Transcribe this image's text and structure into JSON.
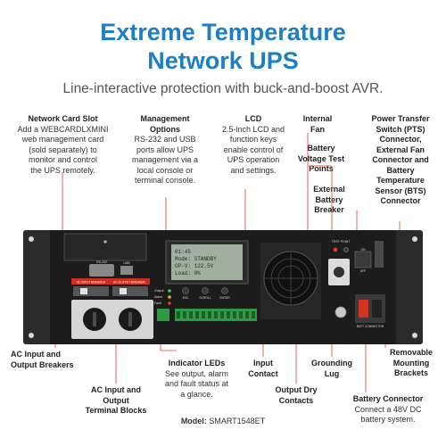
{
  "title": {
    "line1": "Extreme Temperature",
    "line2": "Network UPS"
  },
  "subtitle": "Line-interactive protection with buck-and-boost AVR.",
  "callouts": {
    "network_card": {
      "title": "Network Card Slot",
      "lines": [
        "Add a WEBCARDLXMINI",
        "web management card",
        "(sold separately) to",
        "monitor and control",
        "the UPS remotely."
      ]
    },
    "management": {
      "title_lines": [
        "Management",
        "Options"
      ],
      "lines": [
        "RS-232 and USB",
        "ports allow UPS",
        "management via a",
        "local console or",
        "terminal console."
      ]
    },
    "lcd": {
      "title": "LCD",
      "lines": [
        "2.5-inch LCD and",
        "function keys",
        "enable control of",
        "UPS operation",
        "and settings."
      ]
    },
    "internal_fan": {
      "title_lines": [
        "Internal",
        "Fan"
      ]
    },
    "battery_voltage": {
      "title_lines": [
        "Battery",
        "Voltage Test",
        "Points"
      ]
    },
    "external_breaker": {
      "title_lines": [
        "External",
        "Battery",
        "Breaker"
      ]
    },
    "pts": {
      "title_lines": [
        "Power Transfer",
        "Switch (PTS)",
        "Connector,",
        "External Fan",
        "Connector and",
        "Battery",
        "Temperature",
        "Sensor (BTS)",
        "Connector"
      ]
    },
    "ac_breakers": {
      "title_lines": [
        "AC Input and",
        "Output Breakers"
      ]
    },
    "ac_terminal": {
      "title_lines": [
        "AC Input and",
        "Output",
        "Terminal Blocks"
      ]
    },
    "indicator_leds": {
      "title": "Indicator LEDs",
      "lines": [
        "See output, alarm",
        "and fault status at",
        "a glance."
      ]
    },
    "input_contact": {
      "title_lines": [
        "Input",
        "Contact"
      ]
    },
    "output_dry": {
      "title_lines": [
        "Output Dry",
        "Contacts"
      ]
    },
    "grounding": {
      "title_lines": [
        "Grounding",
        "Lug"
      ]
    },
    "mounting": {
      "title_lines": [
        "Removable",
        "Mounting",
        "Brackets"
      ]
    },
    "battery_connector": {
      "title": "Battery Connector",
      "lines": [
        "Connect a 48V DC",
        "battery system."
      ]
    }
  },
  "lcd_screen": {
    "line1": "01:45",
    "line2": "Mode: STANDBY",
    "line3": "OP-V: 122.5V",
    "line4": "Load: 0%"
  },
  "panel_labels": {
    "rs232": "RS-232",
    "usb": "USB",
    "ac_input_breaker": "AC INPUT BREAKER",
    "ac_output_breaker": "AC OUTPUT BREAKER",
    "output_led": "Output",
    "alarm_led": "Alarm",
    "fault_led": "Fault",
    "esc": "ESC",
    "scroll": "SCROLL",
    "enter": "ENTER",
    "test_point": "TEST POINT",
    "battery_conn": "BATT CONNECTOR",
    "on": "ON",
    "off": "OFF"
  },
  "model": {
    "label": "Model:",
    "value": "SMART1548ET"
  }
}
